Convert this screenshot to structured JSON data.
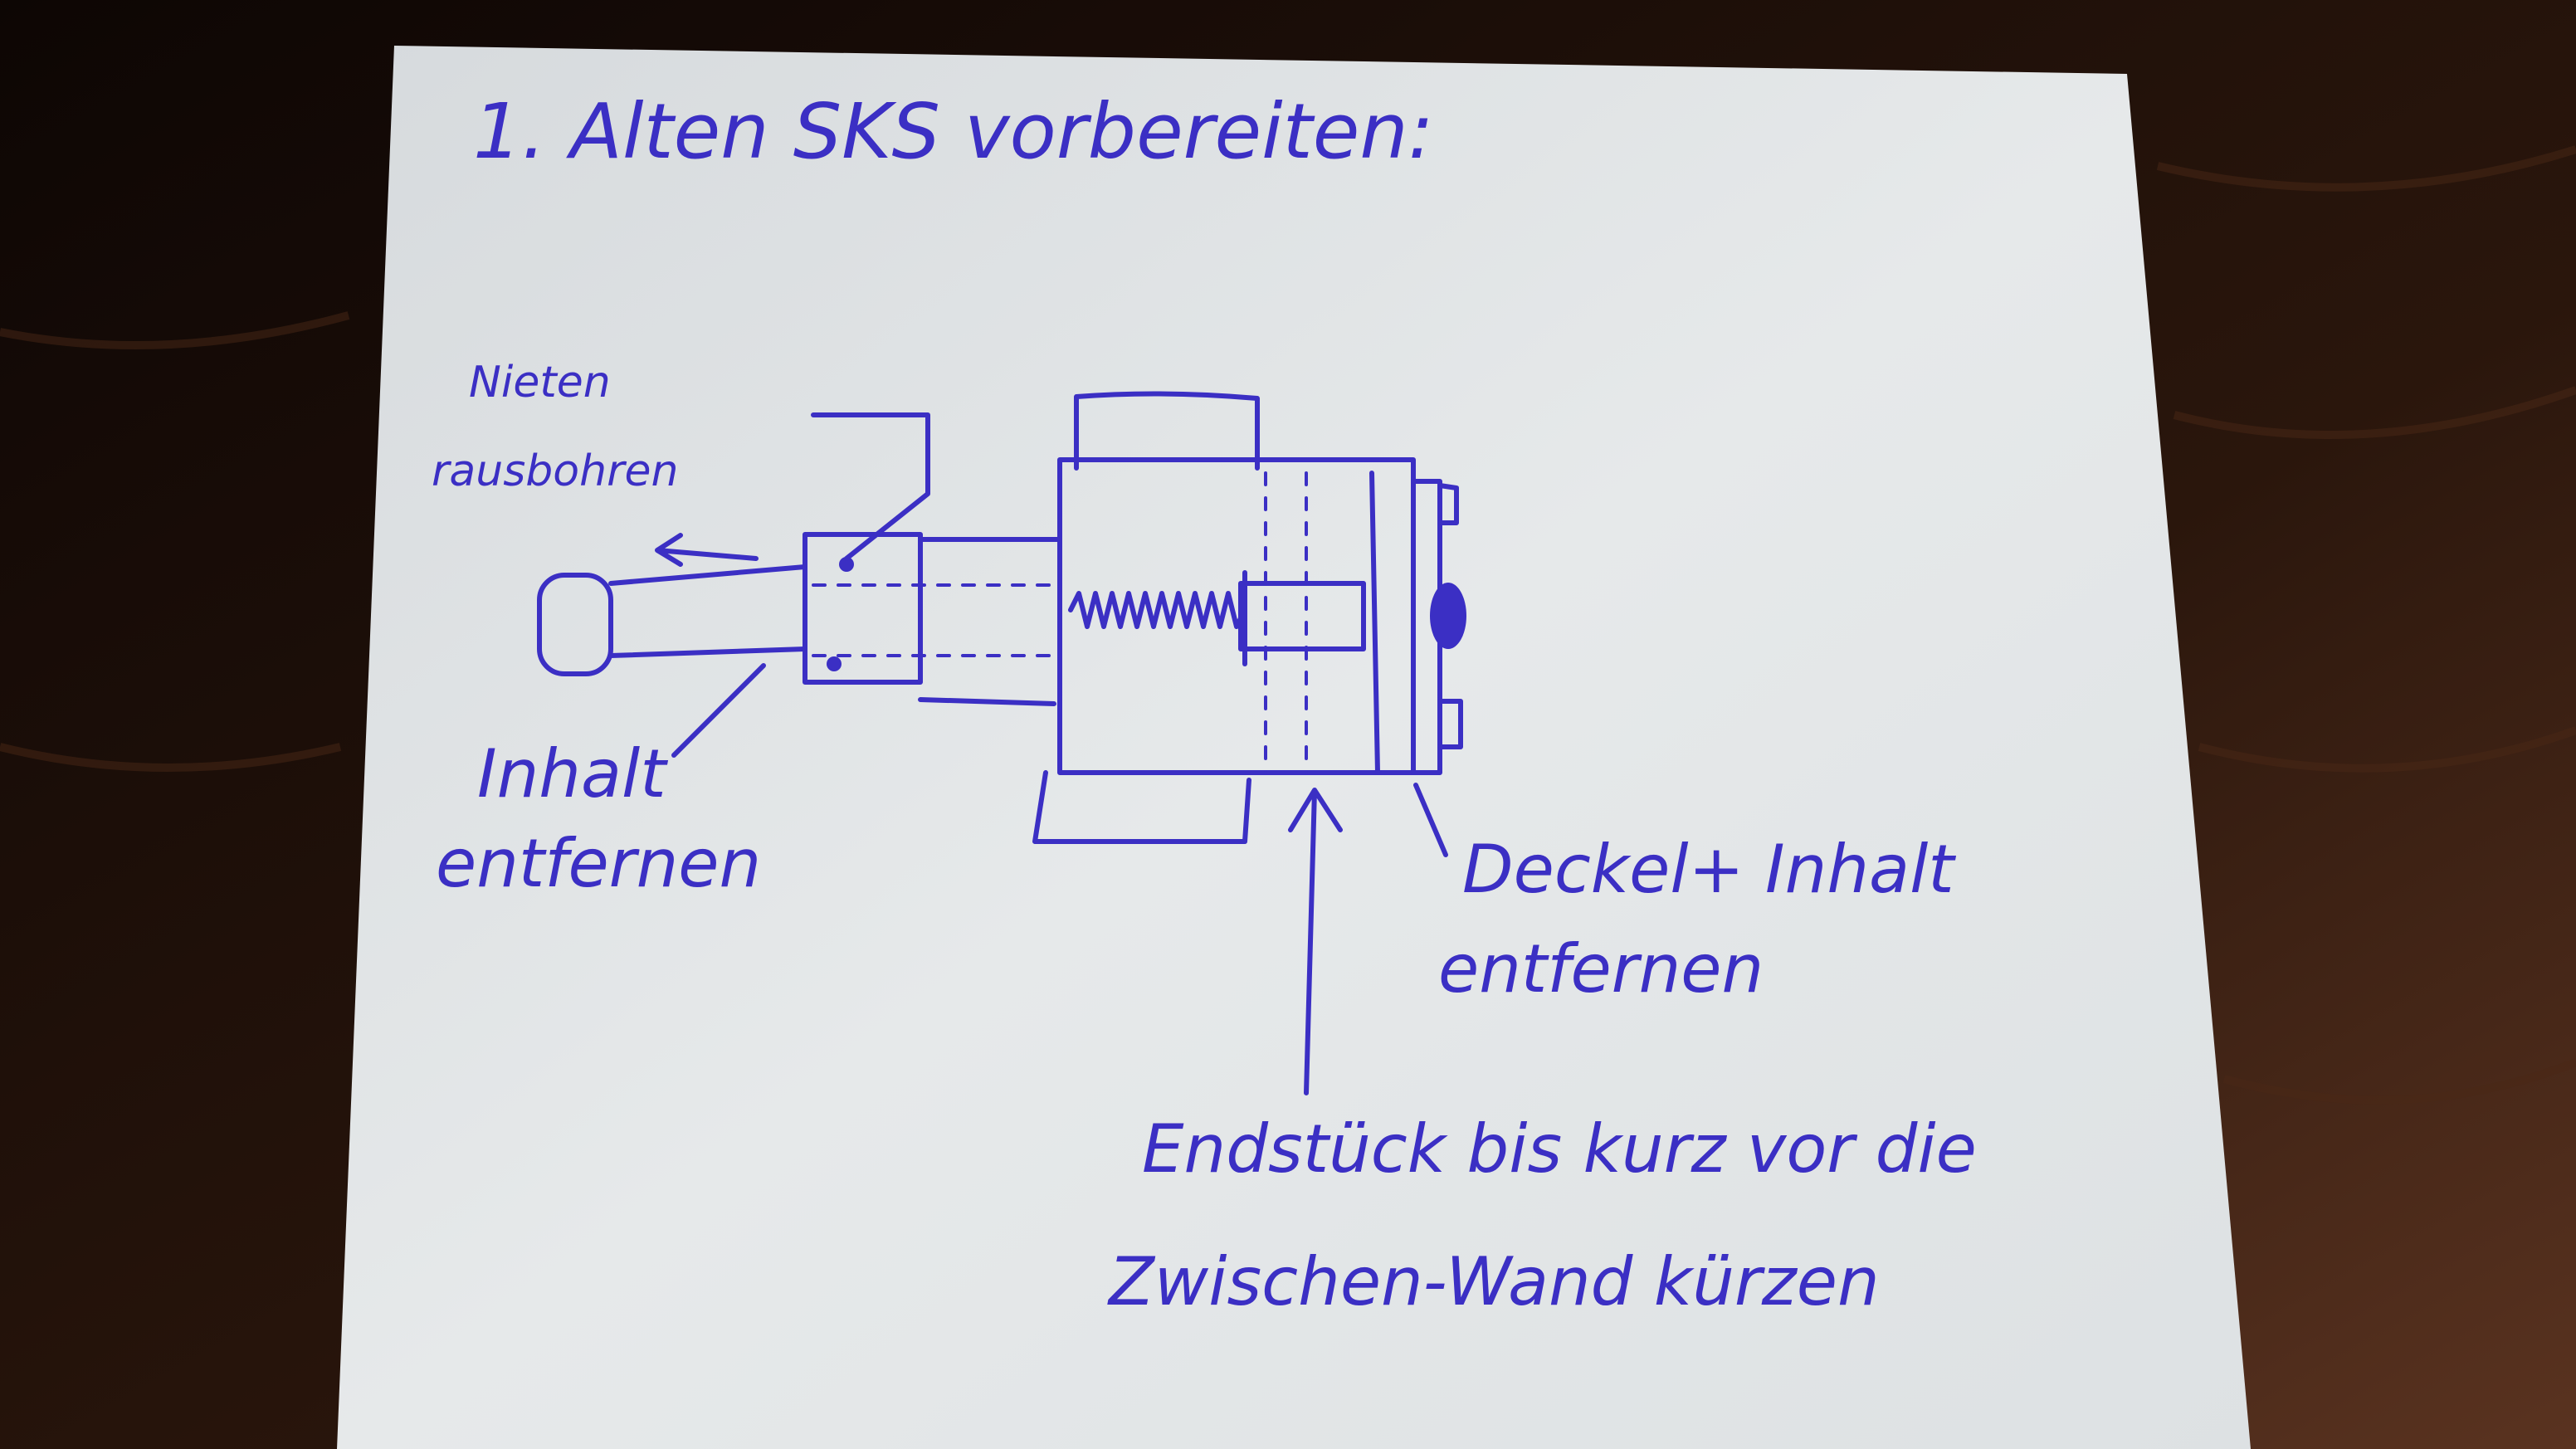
{
  "title": "1. Alten SKS vorbereiten:",
  "labels": {
    "rivets_line1": "Nieten",
    "rivets_line2": "rausbohren",
    "contents_line1": "Inhalt",
    "contents_line2": "entfernen",
    "cover_line1": "Deckel+ Inhalt",
    "cover_line2": "entfernen",
    "endpiece_line1": "Endstück bis kurz vor die",
    "endpiece_line2": "Zwischen-Wand kürzen"
  },
  "colors": {
    "ink": "#3b2fc4",
    "paper": "#e2e6e8",
    "wood": "#3a1f12"
  }
}
